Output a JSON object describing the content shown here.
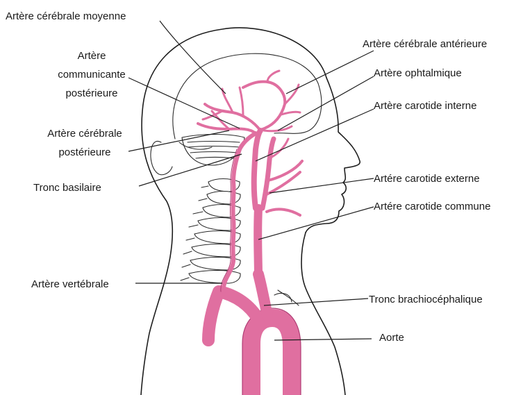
{
  "colors": {
    "artery": "#e06fa0",
    "artery_dark": "#b03d74",
    "outline": "#1e1e1e"
  },
  "labels": {
    "cerebrale_moyenne": "Artère cérébrale moyenne",
    "communicante_line1": "Artère",
    "communicante_line2": "communicante",
    "communicante_line3": "postérieure",
    "cerebrale_posterieure_line1": "Artère cérébrale",
    "cerebrale_posterieure_line2": "postérieure",
    "tronc_basilaire": "Tronc basilaire",
    "vertebrale": "Artère vertébrale",
    "cerebrale_anterieure": "Artère cérébrale antérieure",
    "ophtalmique": "Artère ophtalmique",
    "carotide_interne": "Artère carotide interne",
    "carotide_externe": "Artére carotide externe",
    "carotide_commune": "Artére carotide commune",
    "tronc_brachiocephalique": "Tronc brachiocéphalique",
    "aorte": "Aorte"
  }
}
